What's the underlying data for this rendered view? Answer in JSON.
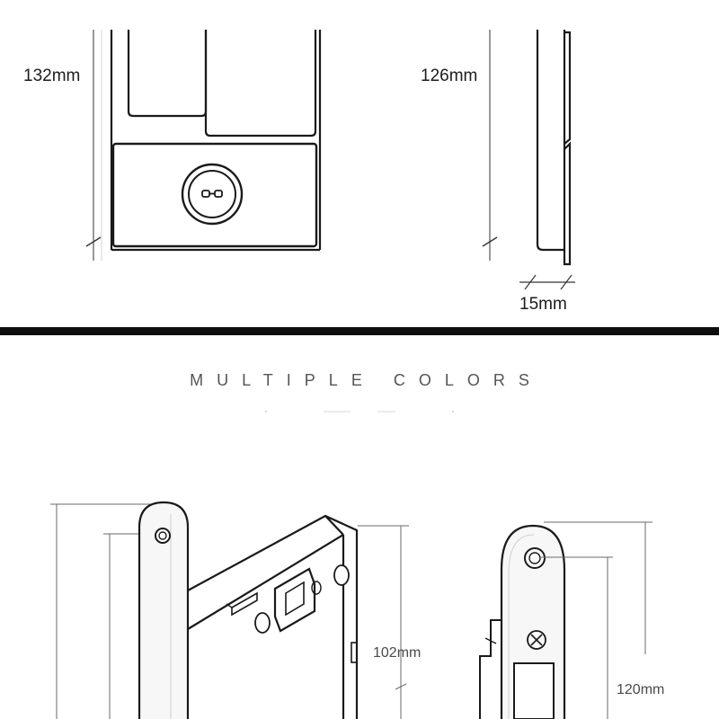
{
  "top_panel": {
    "front_view": {
      "height_label": "132mm"
    },
    "side_view": {
      "height_label": "126mm",
      "depth_label": "15mm"
    }
  },
  "divider_color": "#0e0e0e",
  "headline": "MULTIPLE COLORS",
  "bottom_panel": {
    "mortise_body": {
      "height_label": "102mm"
    },
    "strike_plate": {
      "height_label": "120mm"
    }
  },
  "colors": {
    "line": "#1a1a1a",
    "thin_line": "#6a6a6a",
    "fill_light": "#f7f7f7"
  }
}
